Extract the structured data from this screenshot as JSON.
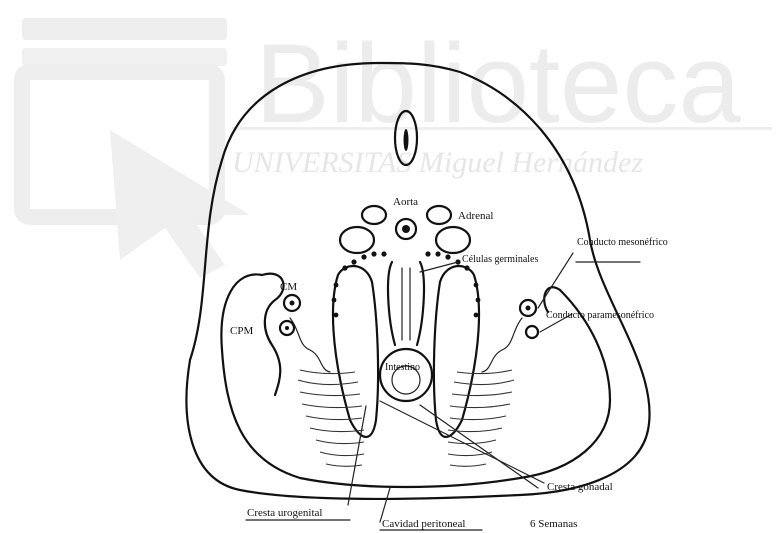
{
  "watermark": {
    "title": "Biblioteca",
    "subtitle": "UNIVERSITAS Miguel Hernández"
  },
  "labels": {
    "aorta": "Aorta",
    "adrenal": "Adrenal",
    "celulas_germinales": "Células germinales",
    "conducto_mesonefrico": "Conducto mesonéfrico",
    "conducto_paramesonefrico": "Conducto paramesonéfrico",
    "cm": "CM",
    "cpm": "CPM",
    "intestino": "Intestino",
    "cresta_gonadal": "Cresta gonadal",
    "cresta_urogenital": "Cresta urogenital",
    "cavidad_peritoneal": "Cavidad peritoneal",
    "edad": "6 Semanas"
  }
}
